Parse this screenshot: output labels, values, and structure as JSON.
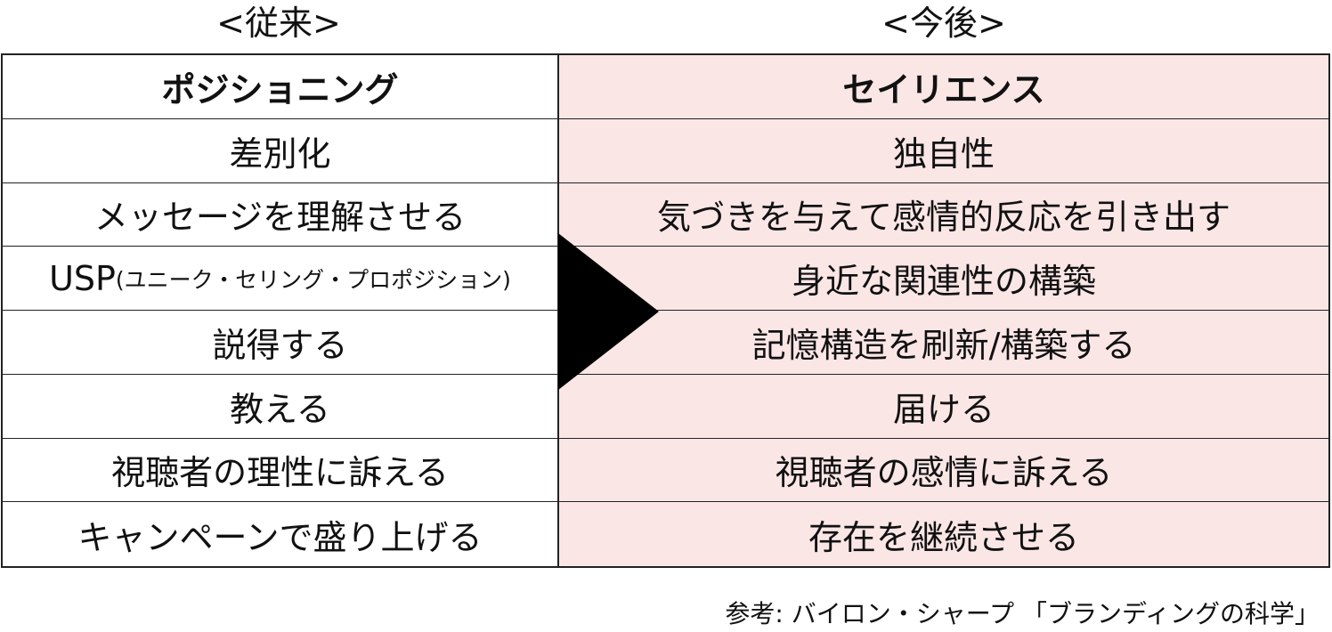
{
  "headings": {
    "left": "<従来>",
    "right": "<今後>"
  },
  "table": {
    "header": {
      "left": "ポジショニング",
      "right": "セイリエンス"
    },
    "rows": [
      {
        "left": "差別化",
        "right": "独自性"
      },
      {
        "left": "メッセージを理解させる",
        "right": "気づきを与えて感情的反応を引き出す"
      },
      {
        "left": "USP",
        "left_note": "(ユニーク・セリング・プロポジション)",
        "right": "身近な関連性の構築"
      },
      {
        "left": "説得する",
        "right": "記憶構造を刷新/構築する"
      },
      {
        "left": "教える",
        "right": "届ける"
      },
      {
        "left": "視聴者の理性に訴える",
        "right": "視聴者の感情に訴える"
      },
      {
        "left": "キャンペーンで盛り上げる",
        "right": "存在を継続させる"
      }
    ]
  },
  "arrow_icon": "right-triangle",
  "source": "参考: バイロン・シャープ 「ブランディングの科学」",
  "colors": {
    "right_column_bg": "#fbe6e6",
    "border": "#222222",
    "arrow": "#000000"
  }
}
